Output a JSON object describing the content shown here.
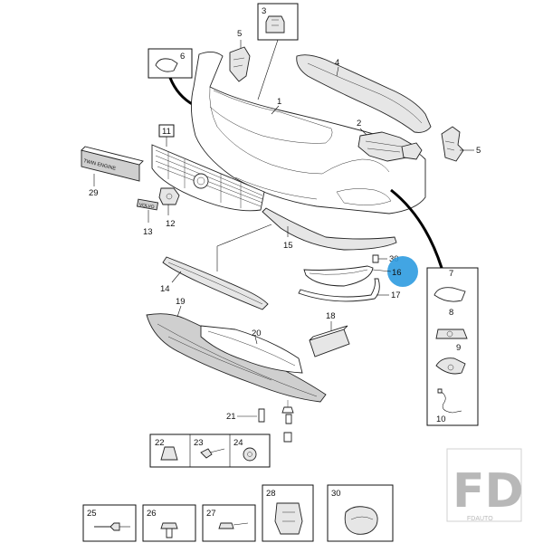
{
  "callouts": {
    "c1": "1",
    "c2": "2",
    "c3": "3",
    "c4": "4",
    "c5a": "5",
    "c5b": "5",
    "c6": "6",
    "c7": "7",
    "c8": "8",
    "c9": "9",
    "c10": "10",
    "c11": "11",
    "c12": "12",
    "c13": "13",
    "c14": "14",
    "c15": "15",
    "c16": "16",
    "c17": "17",
    "c18": "18",
    "c19": "19",
    "c20": "20",
    "c21": "21",
    "c22": "22",
    "c23": "23",
    "c24": "24",
    "c25": "25",
    "c26": "26",
    "c27": "27",
    "c28": "28",
    "c29": "29",
    "c30a": "30",
    "c30b": "30"
  },
  "emblem_text": "TWIN ENGINE",
  "badge_text": "VOLVO",
  "watermark": {
    "logo": "FD",
    "caption": "FDAUTO"
  },
  "colors": {
    "highlight": "#2e9be0",
    "line": "#111111"
  }
}
